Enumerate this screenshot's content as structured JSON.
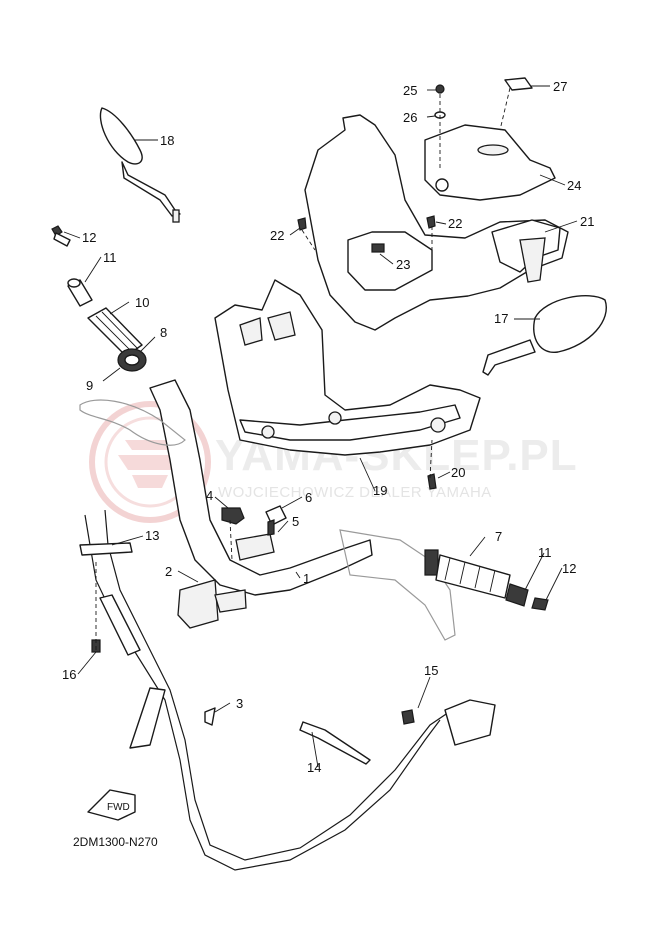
{
  "diagram": {
    "ref_code": "2DM1300-N270",
    "direction_label": "FWD",
    "watermark": {
      "title": "YAMA-SKLEP.PL",
      "subtitle": "WOJCIECHOWICZ DEALER YAMAHA"
    },
    "callouts": {
      "c1": "1",
      "c2": "2",
      "c3": "3",
      "c4": "4",
      "c5": "5",
      "c6": "6",
      "c7": "7",
      "c8": "8",
      "c9": "9",
      "c10": "10",
      "c11a": "11",
      "c11b": "11",
      "c12a": "12",
      "c12b": "12",
      "c13": "13",
      "c14": "14",
      "c15": "15",
      "c16": "16",
      "c17": "17",
      "c18": "18",
      "c19": "19",
      "c20": "20",
      "c21": "21",
      "c22a": "22",
      "c22b": "22",
      "c23": "23",
      "c24": "24",
      "c25": "25",
      "c26": "26",
      "c27": "27"
    },
    "colors": {
      "line": "#1a1a1a",
      "watermark": "#f3dada"
    }
  }
}
